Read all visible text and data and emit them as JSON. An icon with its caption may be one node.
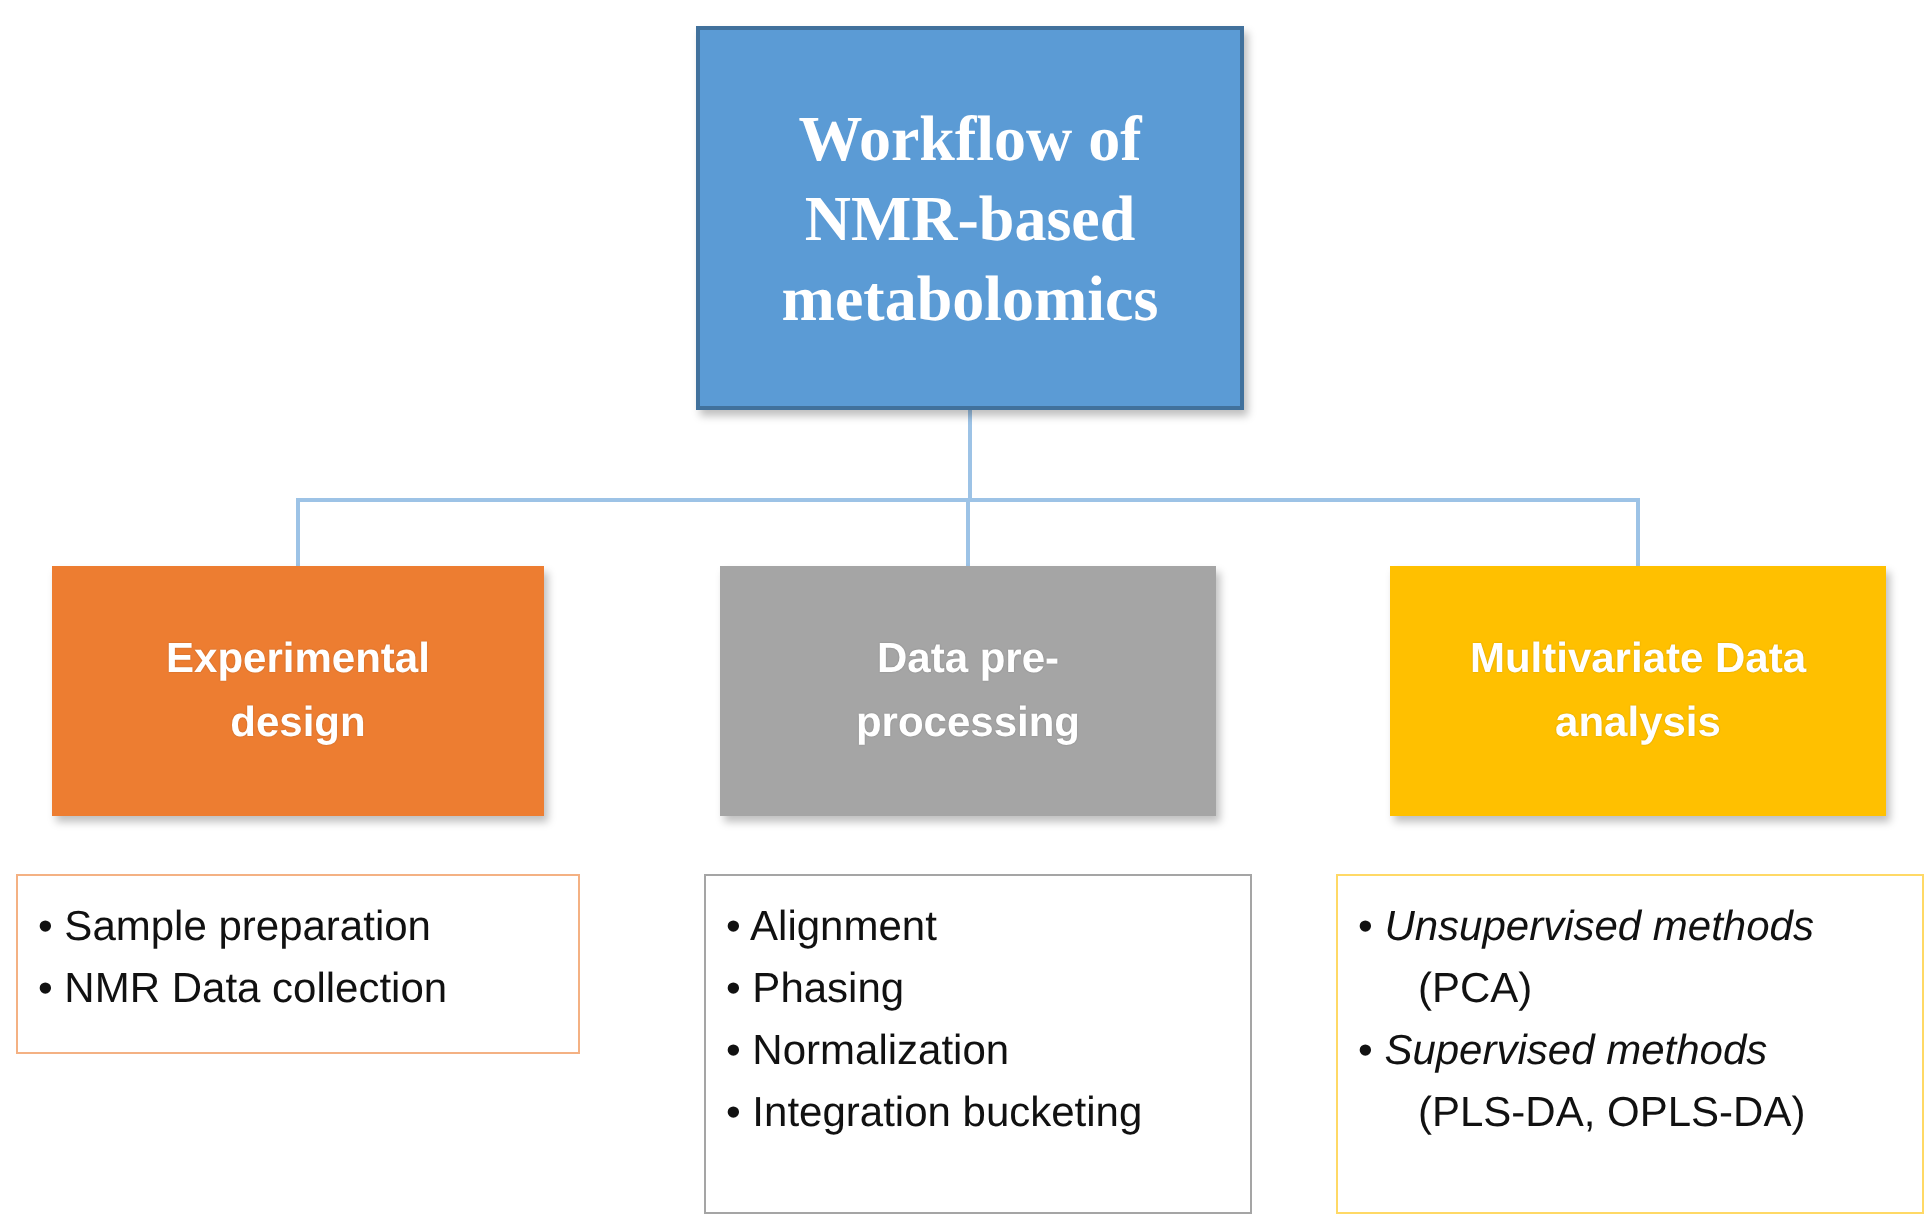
{
  "diagram": {
    "nodes": [
      {
        "text": [
          "Workflow of NMR-based metabolomics"
        ]
      },
      {
        "text": [
          "Experimental design"
        ]
      },
      {
        "text": [
          "Data pre-processing"
        ]
      },
      {
        "text": [
          "Multivariate Data analysis"
        ]
      },
      {
        "text": [
          "• Sample preparation",
          "• NMR Data collection"
        ]
      },
      {
        "text": [
          "• Alignment",
          "• Phasing",
          "• Normalization",
          "• Integration bucketing"
        ]
      },
      {
        "text": [
          "• *Unsupervised methods* (PCA)",
          "• *Supervised methods* (PLS-DA, OPLS-DA)"
        ]
      }
    ],
    "edges": [
      {
        "from": 0,
        "to": 1,
        "arrow": "none"
      },
      {
        "from": 0,
        "to": 2,
        "arrow": "none"
      },
      {
        "from": 0,
        "to": 3,
        "arrow": "none"
      }
    ]
  }
}
